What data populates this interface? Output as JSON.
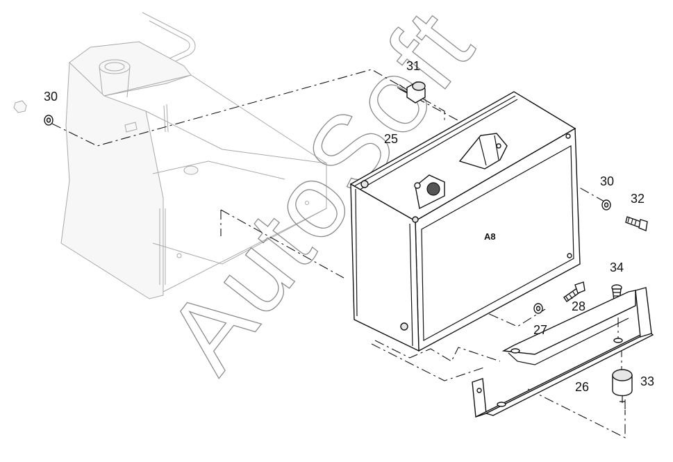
{
  "diagram": {
    "watermark": "AutoSoft",
    "module_label": "A8",
    "callouts": [
      {
        "id": "label-30-left",
        "text": "30"
      },
      {
        "id": "label-31",
        "text": "31"
      },
      {
        "id": "label-25",
        "text": "25"
      },
      {
        "id": "label-30-right",
        "text": "30"
      },
      {
        "id": "label-32",
        "text": "32"
      },
      {
        "id": "label-34",
        "text": "34"
      },
      {
        "id": "label-28",
        "text": "28"
      },
      {
        "id": "label-27",
        "text": "27"
      },
      {
        "id": "label-26",
        "text": "26"
      },
      {
        "id": "label-33",
        "text": "33"
      }
    ]
  }
}
